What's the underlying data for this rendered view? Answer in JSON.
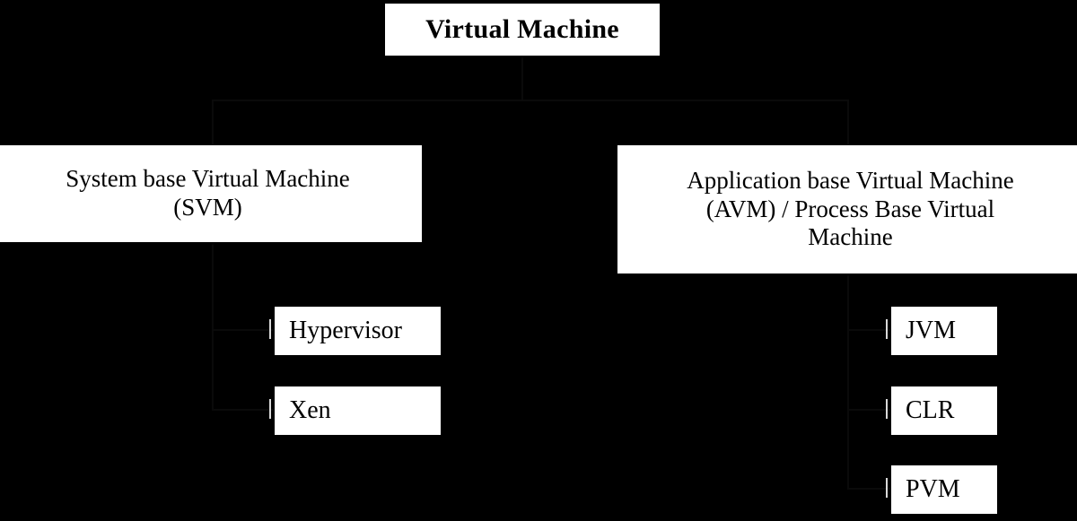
{
  "diagram": {
    "title": "Virtual Machine",
    "background_color": "#000000",
    "node_fill_color": "#ffffff",
    "node_text_color": "#000000",
    "root": {
      "label": "Virtual Machine"
    },
    "branches": [
      {
        "name": "system-base-vm",
        "label": "System base Virtual Machine (SVM)",
        "lines": [
          "System base Virtual Machine",
          "(SVM)"
        ],
        "children": [
          {
            "name": "hypervisor",
            "label": "Hypervisor"
          },
          {
            "name": "xen",
            "label": "Xen"
          }
        ]
      },
      {
        "name": "application-base-vm",
        "label": "Application base Virtual Machine (AVM) / Process Base Virtual Machine",
        "lines": [
          "Application base Virtual Machine",
          "(AVM) / Process Base Virtual",
          "Machine"
        ],
        "children": [
          {
            "name": "jvm",
            "label": "JVM"
          },
          {
            "name": "clr",
            "label": "CLR"
          },
          {
            "name": "pvm",
            "label": "PVM"
          }
        ]
      }
    ]
  }
}
